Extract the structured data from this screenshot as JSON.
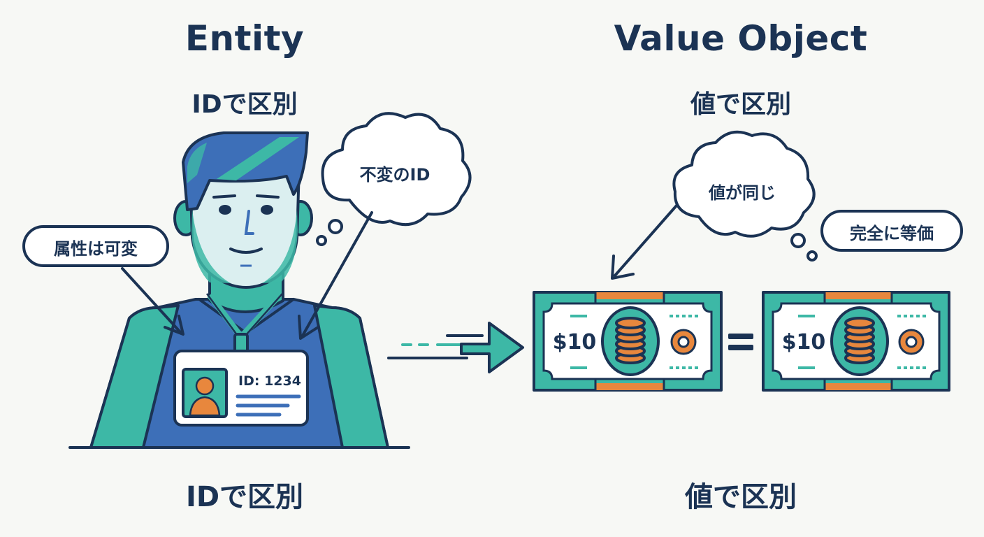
{
  "entity": {
    "title": "Entity",
    "subtitle_top": "IDで区別",
    "subtitle_bottom": "IDで区別",
    "thought_bubble": "不変のID",
    "attribute_callout": "属性は可変",
    "badge_id": "ID: 1234"
  },
  "value_object": {
    "title": "Value Object",
    "subtitle_top": "値で区別",
    "subtitle_bottom": "値で区別",
    "thought_bubble": "値が同じ",
    "equality_callout": "完全に等価",
    "bill_left_amount": "$10",
    "bill_right_amount": "$10",
    "equals_sign": "="
  },
  "colors": {
    "navy": "#1b3354",
    "blue": "#3d6fb8",
    "teal": "#3db8a6",
    "orange": "#e8873d",
    "background": "#f7f8f5"
  }
}
